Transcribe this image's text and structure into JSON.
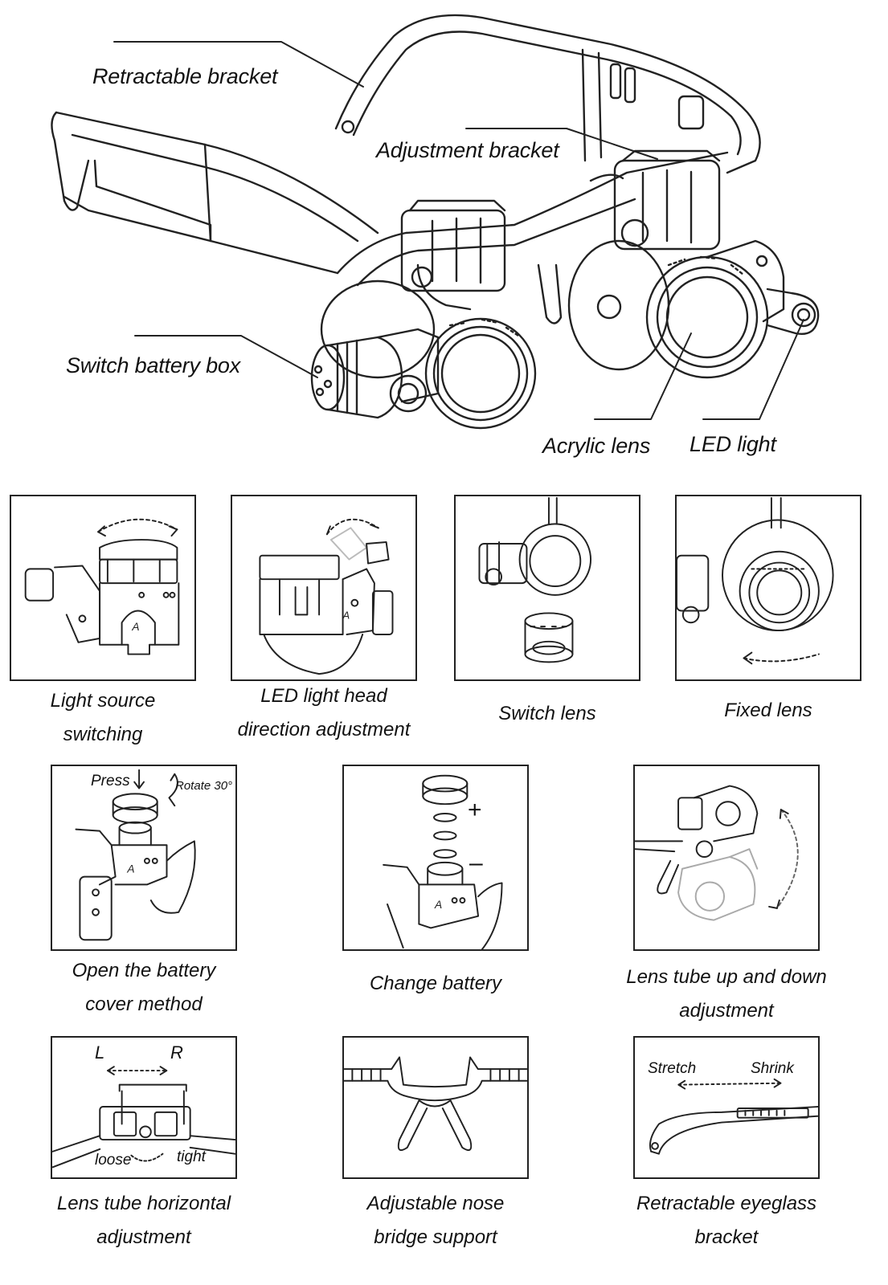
{
  "callouts": {
    "retractable_bracket": "Retractable bracket",
    "adjustment_bracket": "Adjustment bracket",
    "switch_battery_box": "Switch battery box",
    "acrylic_lens": "Acrylic lens",
    "led_light": "LED light"
  },
  "panels": [
    {
      "caption_line1": "Light source",
      "caption_line2": "switching"
    },
    {
      "caption_line1": "LED light head",
      "caption_line2": "direction adjustment"
    },
    {
      "caption_line1": "Switch lens",
      "caption_line2": ""
    },
    {
      "caption_line1": "Fixed lens",
      "caption_line2": ""
    },
    {
      "caption_line1": "Open the battery",
      "caption_line2": "cover method",
      "press": "Press",
      "rotate": "Rotate 30°"
    },
    {
      "caption_line1": "Change battery",
      "caption_line2": "",
      "plus": "+",
      "minus": "–"
    },
    {
      "caption_line1": "Lens tube up and down",
      "caption_line2": "adjustment"
    },
    {
      "caption_line1": "Lens tube horizontal",
      "caption_line2": "adjustment",
      "left": "L",
      "right": "R",
      "loose": "loose",
      "tight": "tight"
    },
    {
      "caption_line1": "Adjustable nose",
      "caption_line2": "bridge support"
    },
    {
      "caption_line1": "Retractable eyeglass",
      "caption_line2": "bracket",
      "stretch": "Stretch",
      "shrink": "Shrink"
    }
  ]
}
